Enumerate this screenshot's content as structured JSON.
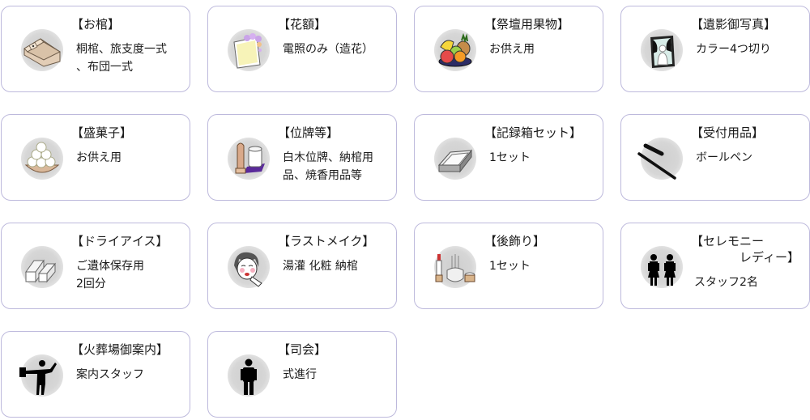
{
  "colors": {
    "card_border": "#bdb9dc",
    "icon_bg": "#d3d3d3"
  },
  "cards": [
    {
      "title": "【お棺】",
      "desc": "桐棺、旅支度一式\n、布団一式",
      "icon": "coffin-icon"
    },
    {
      "title": "【花額】",
      "desc": "電照のみ（造花）",
      "icon": "flower-frame-icon"
    },
    {
      "title": "【祭壇用果物】",
      "desc": "お供え用",
      "icon": "fruit-basket-icon"
    },
    {
      "title": "【遺影御写真】",
      "desc": "カラー4つ切り",
      "icon": "portrait-icon"
    },
    {
      "title": "【盛菓子】",
      "desc": "お供え用",
      "icon": "sweets-bowl-icon"
    },
    {
      "title": "【位牌等】",
      "desc": "白木位牌、納棺用\n品、焼香用品等",
      "icon": "memorial-tablet-icon"
    },
    {
      "title": "【記録箱セット】",
      "desc": "1セット",
      "icon": "record-box-icon"
    },
    {
      "title": "【受付用品】",
      "desc": "ボールペン",
      "icon": "pen-icon"
    },
    {
      "title": "【ドライアイス】",
      "desc": "ご遺体保存用\n2回分",
      "icon": "dry-ice-icon"
    },
    {
      "title": "【ラストメイク】",
      "desc": "湯灌 化粧 納棺",
      "icon": "makeup-face-icon"
    },
    {
      "title": "【後飾り】",
      "desc": "1セット",
      "icon": "altar-set-icon"
    },
    {
      "title": "【セレモニー\n　　　　レディー】",
      "desc": "スタッフ2名",
      "icon": "two-women-icon"
    },
    {
      "title": "【火葬場御案内】",
      "desc": "案内スタッフ",
      "icon": "guide-person-icon"
    },
    {
      "title": "【司会】",
      "desc": "式進行",
      "icon": "person-icon"
    }
  ]
}
